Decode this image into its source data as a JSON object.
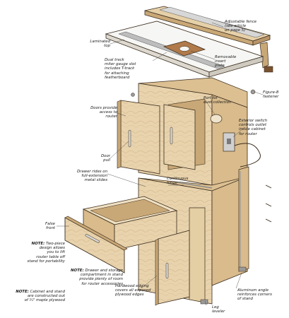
{
  "labels": {
    "adjustable_fence": "Adjustable fence\n(see article\non page 5)",
    "laminated_top": "Laminated\ntop",
    "dual_track": "Dual track\nmiter gauge slot\nincludes T-track\nfor attaching\nfeatherboard",
    "removable_insert": "Removable\ninsert\nplate",
    "port_dust": "Port for\ndust collection",
    "figure8": "Figure-8\nfastener",
    "doors_access": "Doors provide\naccess to\nrouter",
    "exterior_switch": "Exterior switch\ncontrols outlet\ninside cabinet\nfor router",
    "door_pull": "Door\npull",
    "drawer_rides": "Drawer rides on\nfull-extension\nmetal slides",
    "continuous_hinge": "Continuous\nhinge",
    "false_front": "False\nfront",
    "hardwood_edging": "Hardwood edging\ncovers all exposed\nplywood edges",
    "leg_leveler": "Leg\nleveler",
    "aluminum_angle": "Aluminum angle\nreinforces corners\nof stand"
  },
  "notes": {
    "note1_head": "NOTE:",
    "note1_body": " Two-piece\ndesign allows\nyou to lift\nrouter table off\nstand for portability",
    "note2_head": "NOTE:",
    "note2_body": " Drawer and storage\ncompartment in stand\nprovide plenty of room\nfor router accessories",
    "note3_head": "NOTE:",
    "note3_body": " Cabinet and stand\nare constructed out\nof ¾\" maple plywood"
  },
  "colors": {
    "wood": "#e8d3ad",
    "wood_dark": "#c9a877",
    "wood_shade": "#d9bb8c",
    "top": "#f4f4f2",
    "plate": "#b07a4a",
    "metal": "#9a9a9a",
    "outline": "#3a2c1c"
  }
}
